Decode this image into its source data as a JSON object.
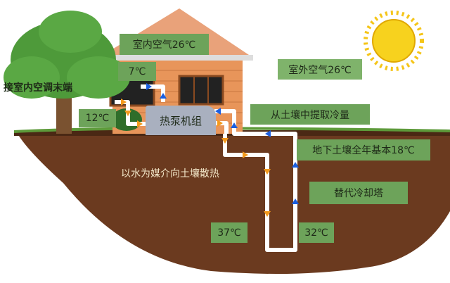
{
  "labels": {
    "indoor_air": "室内空气26℃",
    "supply_temp": "7℃",
    "terminal": "接室内空调末端",
    "return_temp": "12℃",
    "heat_pump": "热泵机组",
    "outdoor_air": "室外空气26℃",
    "extract_cold": "从土壤中提取冷量",
    "soil_temp": "地下土壤全年基本18℃",
    "dissipate": "以水为媒介向土壤散热",
    "cooling_tower": "替代冷却塔",
    "loop_out_temp": "37℃",
    "loop_in_temp": "32℃"
  },
  "colors": {
    "label_bg": "#6da35a",
    "soil": "#6b3a1f",
    "wall": "#e8955a",
    "sun": "#f5c518",
    "pipe": "#ffffff",
    "hot_arrow": "#f39a1e",
    "cold_arrow": "#1b5fe0"
  }
}
